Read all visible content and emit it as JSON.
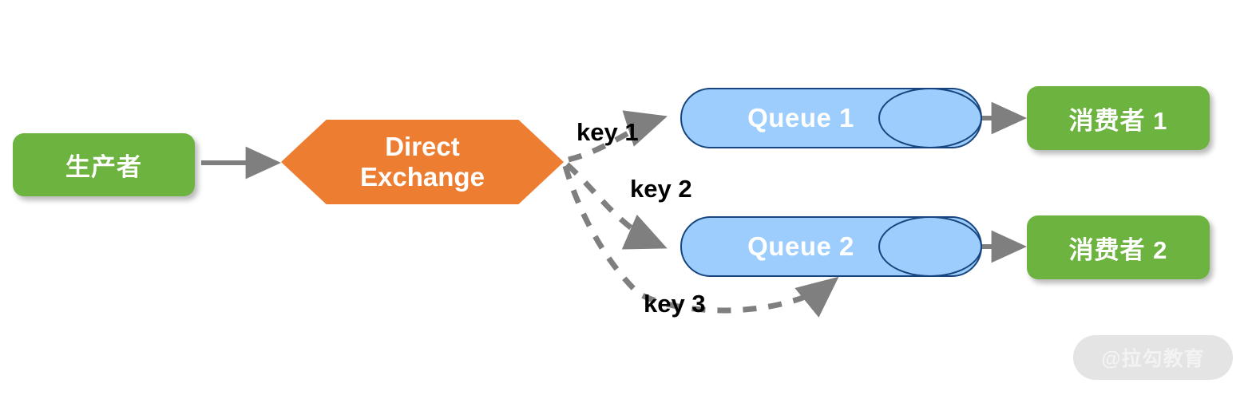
{
  "diagram": {
    "title": "RabbitMQ Direct Exchange routing diagram",
    "background": "#ffffff"
  },
  "colors": {
    "green": "#6CB33F",
    "orange": "#ED7D31",
    "queue_fill": "#9CCDFC",
    "queue_border": "#17457F",
    "arrow_gray": "#7F7F7F",
    "text_white": "#FFFFFF",
    "text_black": "#000000",
    "watermark_pill": "#E4E4E4",
    "watermark_text": "#F3F3F3"
  },
  "nodes": {
    "producer": {
      "label": "生产者",
      "shape": "rounded-rect",
      "color": "#6CB33F"
    },
    "exchange": {
      "label_line1": "Direct",
      "label_line2": "Exchange",
      "shape": "hexagon",
      "color": "#ED7D31"
    },
    "queue1": {
      "label": "Queue 1",
      "shape": "cylinder",
      "color": "#9CCDFC"
    },
    "queue2": {
      "label": "Queue 2",
      "shape": "cylinder",
      "color": "#9CCDFC"
    },
    "consumer1": {
      "label": "消费者 1",
      "shape": "rounded-rect",
      "color": "#6CB33F"
    },
    "consumer2": {
      "label": "消费者 2",
      "shape": "rounded-rect",
      "color": "#6CB33F"
    }
  },
  "edges": {
    "producer_to_exchange": {
      "label": "",
      "style": "solid",
      "color": "#7F7F7F"
    },
    "key1": {
      "label": "key 1",
      "style": "dashed",
      "from": "exchange",
      "to": "queue1"
    },
    "key2": {
      "label": "key 2",
      "style": "dashed",
      "from": "exchange",
      "to": "queue2"
    },
    "key3": {
      "label": "key 3",
      "style": "dashed",
      "from": "exchange",
      "to": "queue2"
    },
    "queue1_to_consumer1": {
      "label": "",
      "style": "solid",
      "color": "#7F7F7F"
    },
    "queue2_to_consumer2": {
      "label": "",
      "style": "solid",
      "color": "#7F7F7F"
    }
  },
  "watermark": {
    "text": "@拉勾教育"
  }
}
